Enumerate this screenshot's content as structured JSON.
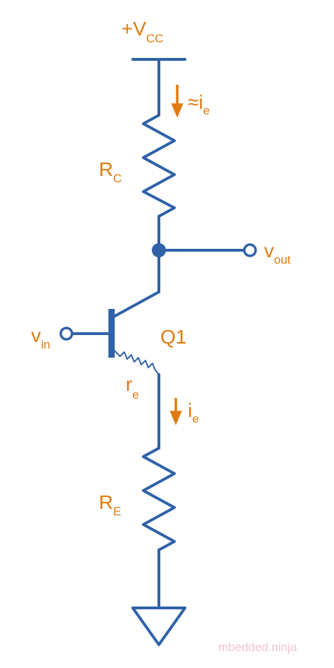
{
  "labels": {
    "vcc_prefix": "+V",
    "vcc_sub": "CC",
    "ie_top_prefix": "≈i",
    "ie_top_sub": "e",
    "rc_main": "R",
    "rc_sub": "C",
    "vout_main": "v",
    "vout_sub": "out",
    "vin_main": "v",
    "vin_sub": "in",
    "q1": "Q1",
    "re_main": "r",
    "re_sub": "e",
    "ie_bottom_prefix": "i",
    "ie_bottom_sub": "e",
    "re_big_main": "R",
    "re_big_sub": "E"
  },
  "watermark": "mbedded.ninja",
  "colors": {
    "wire": "#2f62a8",
    "label": "#e07b10",
    "watermark": "#f4c4ce"
  }
}
